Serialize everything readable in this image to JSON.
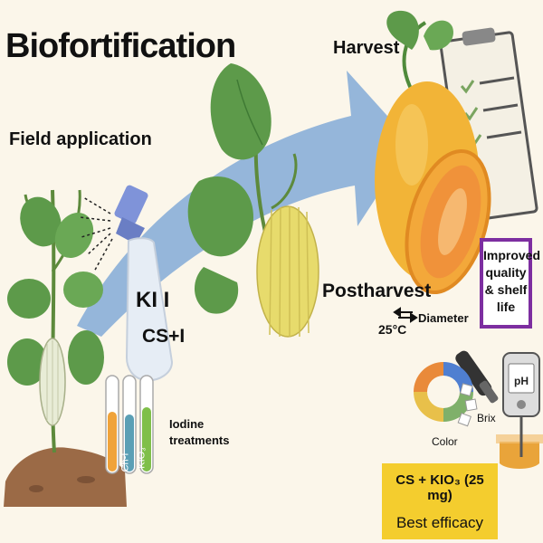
{
  "title": "Biofortification",
  "stages": {
    "field": "Field application",
    "harvest": "Harvest",
    "postharvest": "Postharvest",
    "temperature": "25°C"
  },
  "spray_bottle": {
    "line1": "KI I",
    "line2": "CS+I"
  },
  "tubes": {
    "label_2": "Ch-I",
    "label_3": "KIO₃",
    "colors": [
      "#f0a33a",
      "#5a9fb5",
      "#7fbf4a"
    ]
  },
  "iodine_label": "Iodine treatments",
  "quality_box": "Improved quality & shelf life",
  "measurements": {
    "diameter": "Diameter",
    "color": "Color",
    "brix": "Brix",
    "ph": "pH"
  },
  "best": {
    "title": "CS + KIO₃ (25 mg)",
    "subtitle": "Best efficacy"
  },
  "colors": {
    "arrow": "#8aafd8",
    "leaf": "#5d9a4a",
    "melon": "#f2b437",
    "melon_flesh": "#f0923a",
    "soil": "#9b6a46",
    "quality_border": "#7d2ea0",
    "best_bg": "#f4cd2e"
  },
  "icons": [
    "spray-bottle-icon",
    "test-tube-icon",
    "clipboard-icon",
    "caliper-icon",
    "color-wheel-icon",
    "sugar-cube-icon",
    "ph-meter-icon",
    "double-arrow-icon"
  ]
}
